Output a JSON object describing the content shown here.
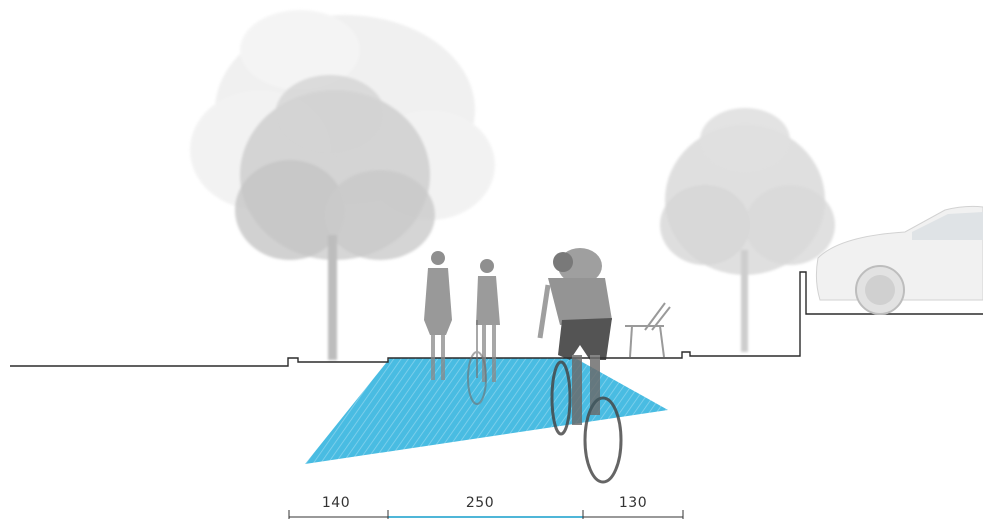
{
  "section": {
    "dimensions": [
      {
        "label": "140",
        "highlighted": false
      },
      {
        "label": "250",
        "highlighted": true
      },
      {
        "label": "130",
        "highlighted": false
      }
    ]
  },
  "colors": {
    "ground_line": "#2b2b2b",
    "water_fill": "#3fb8e0",
    "dimension_highlight": "#4fb6d8",
    "dimension_line": "#333333",
    "tree_far": "#e6e6e6",
    "tree_near": "#c8c8c8",
    "figure": "#6e6e6e",
    "car_body": "#f2f2f2"
  },
  "icons": {
    "tree": "tree-icon",
    "pedestrian": "pedestrian-icon",
    "cyclist": "cyclist-icon",
    "bench": "bench-icon",
    "car": "car-icon"
  }
}
